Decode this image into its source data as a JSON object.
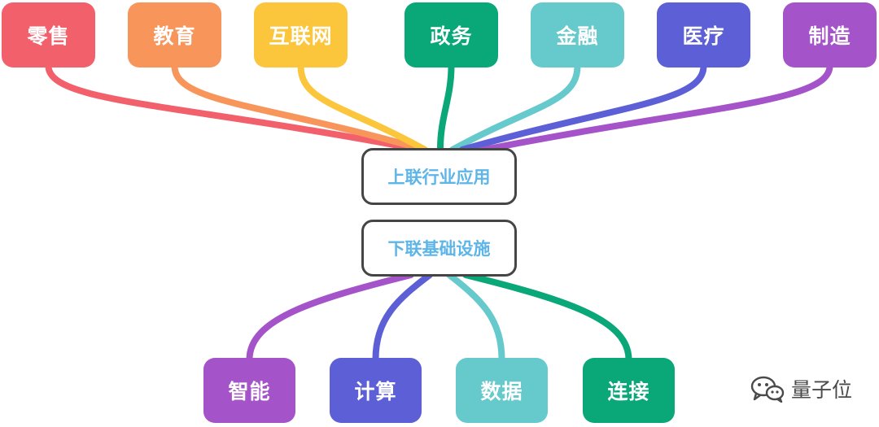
{
  "diagram": {
    "top_hub": {
      "label": "上联行业应用"
    },
    "bottom_hub": {
      "label": "下联基础设施"
    },
    "industries": [
      {
        "id": "retail",
        "label": "零售",
        "color": "#f2606b"
      },
      {
        "id": "education",
        "label": "教育",
        "color": "#f7955a"
      },
      {
        "id": "internet",
        "label": "互联网",
        "color": "#fbc53c"
      },
      {
        "id": "government",
        "label": "政务",
        "color": "#0aa778"
      },
      {
        "id": "finance",
        "label": "金融",
        "color": "#66c9cb"
      },
      {
        "id": "healthcare",
        "label": "医疗",
        "color": "#5d5fd6"
      },
      {
        "id": "manufacturing",
        "label": "制造",
        "color": "#a453c9"
      }
    ],
    "infrastructure": [
      {
        "id": "intelligence",
        "label": "智能",
        "color": "#a453c9"
      },
      {
        "id": "computing",
        "label": "计算",
        "color": "#5d5fd6"
      },
      {
        "id": "data",
        "label": "数据",
        "color": "#66c9cb"
      },
      {
        "id": "connectivity",
        "label": "连接",
        "color": "#0aa778"
      }
    ]
  },
  "watermark": {
    "text": "量子位",
    "icon": "wechat-icon"
  }
}
